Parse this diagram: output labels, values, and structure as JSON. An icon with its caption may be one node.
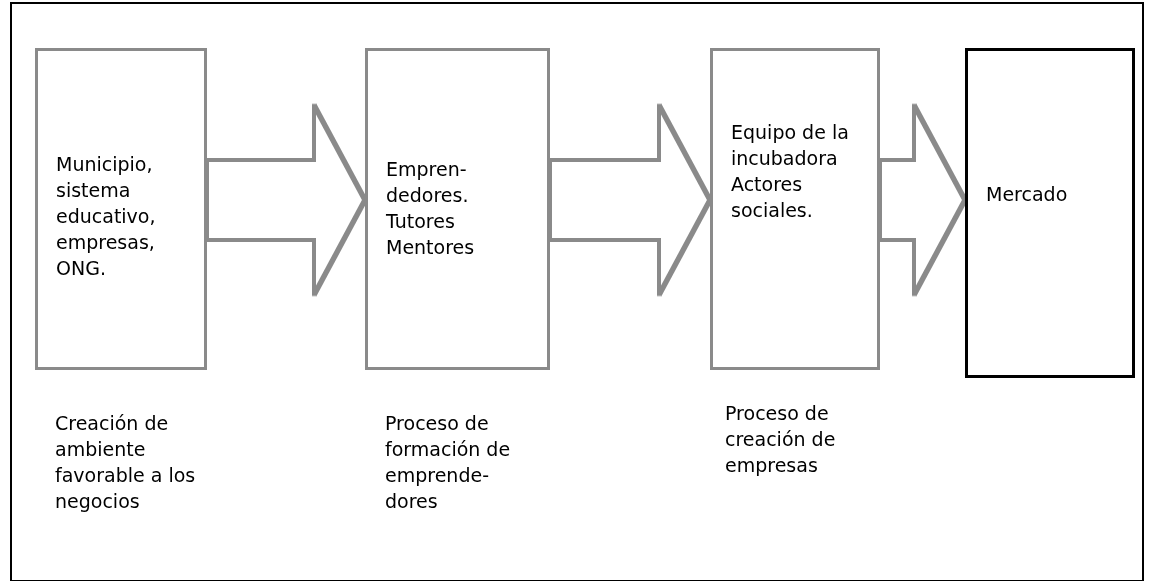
{
  "diagram": {
    "nodes": [
      {
        "text": [
          "Municipio, sistema educativo, empresas, ONG."
        ],
        "beside": [
          "Creación de ambiente favorable a los negocios"
        ]
      },
      {
        "text": [
          "Empren-dedores. Tutores Mentores"
        ],
        "beside": [
          "Proceso de formación de emprende-dores"
        ]
      },
      {
        "text": [
          "Equipo de la incubadora Actores sociales."
        ],
        "beside": [
          "Proceso de creación de empresas"
        ]
      },
      {
        "text": [
          "Mercado"
        ]
      }
    ],
    "edges": [
      {
        "from": 0,
        "to": 1,
        "arrow": "to"
      },
      {
        "from": 1,
        "to": 2,
        "arrow": "to"
      },
      {
        "from": 2,
        "to": 3,
        "arrow": "to"
      }
    ]
  }
}
